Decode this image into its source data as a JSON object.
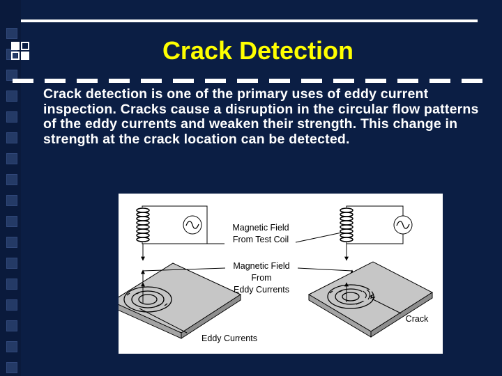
{
  "slide": {
    "title": "Crack Detection",
    "body": "Crack detection is one of the primary uses of eddy current inspection. Cracks cause a disruption in the circular flow patterns of the eddy currents and weaken their strength.  This change in strength at the crack location can be detected."
  },
  "figure": {
    "label_field_coil_1": "Magnetic Field",
    "label_field_coil_2": "From Test Coil",
    "label_field_eddy_1": "Magnetic Field",
    "label_field_eddy_2": "From",
    "label_field_eddy_3": "Eddy Currents",
    "label_crack": "Crack",
    "label_eddy_currents": "Eddy Currents"
  },
  "colors": {
    "background": "#0b1e44",
    "title": "#ffff00",
    "text": "#ffffff"
  }
}
